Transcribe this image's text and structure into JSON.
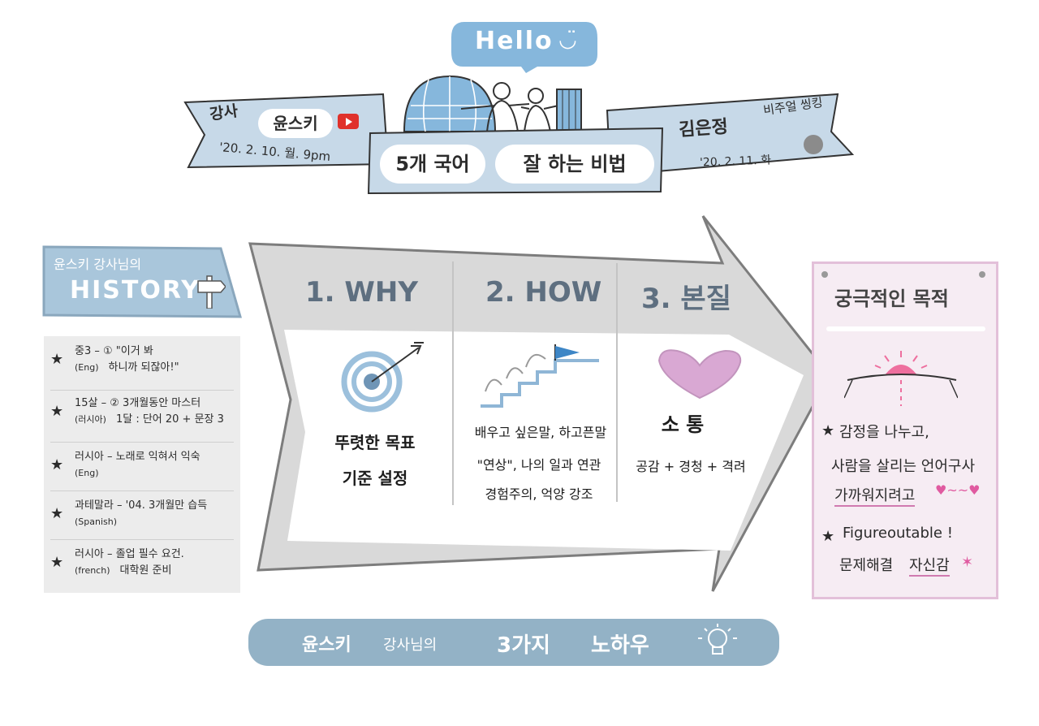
{
  "header": {
    "hello": "Hello",
    "lecturer_label": "강사",
    "lecturer_name": "윤스키",
    "lecturer_date": "'20. 2. 10. 월. 9pm",
    "title_part1": "5개 국어",
    "title_part2": "잘 하는 비법",
    "writer_name": "김은정",
    "writer_role": "비주얼 씽킹",
    "writer_date": "'20. 2. 11. 화"
  },
  "history": {
    "subtitle": "윤스키 강사님의",
    "title": "HISTORY",
    "items": [
      {
        "main": "중3 – ① \"이거 봐",
        "lang": "(Eng)",
        "sub": "하니까 되잖아!\""
      },
      {
        "main": "15살 – ② 3개월동안 마스터",
        "lang": "(러시아)",
        "sub": "1달 : 단어 20 + 문장 3"
      },
      {
        "main": "러시아 – 노래로 익혀서 익숙",
        "lang": "(Eng)",
        "sub": ""
      },
      {
        "main": "과테말라 – '04. 3개월만 습득",
        "lang": "(Spanish)",
        "sub": ""
      },
      {
        "main": "러시아 – 졸업 필수 요건.",
        "lang": "(french)",
        "sub": "대학원 준비"
      }
    ]
  },
  "steps": {
    "why": {
      "heading": "1. WHY",
      "line1": "뚜렷한 목표",
      "line2": "기준 설정"
    },
    "how": {
      "heading": "2. HOW",
      "line1": "배우고 싶은말, 하고픈말",
      "line2": "\"연상\", 나의 일과 연관",
      "line3": "경험주의, 억양 강조"
    },
    "essence": {
      "heading": "3. 본질",
      "line1": "소 통",
      "line2": "공감 + 경청 + 격려"
    }
  },
  "goal": {
    "title": "궁극적인 목적",
    "line1": "감정을 나누고,",
    "line2": "사람을 살리는 언어구사",
    "line3": "가까워지려고",
    "line4": "Figureoutable !",
    "line5": "문제해결",
    "line6": "자신감"
  },
  "footer": {
    "w1": "윤스키",
    "w2": "강사님의",
    "w3": "3가지",
    "w4": "노하우"
  },
  "colors": {
    "banner_blue": "#c7d9e8",
    "arrow_gray": "#d9d9d9",
    "heading_slate": "#5e6f80",
    "footer_blue": "#93b2c6",
    "goal_pink_bg": "#f6ecf3",
    "heart_pink": "#d9a8d3"
  }
}
